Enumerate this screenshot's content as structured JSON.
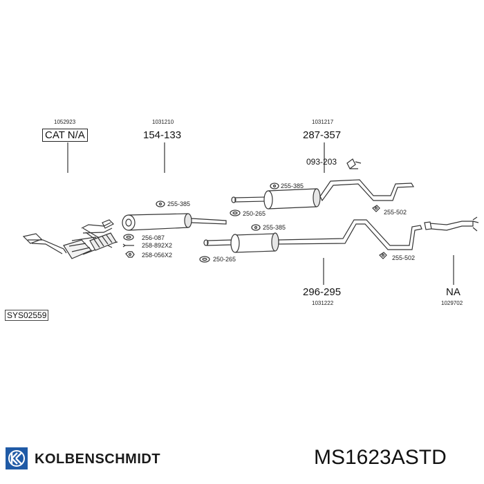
{
  "groups": {
    "catalyst": {
      "ref": "1052923",
      "code": "CAT N/A"
    },
    "front_pipe": {
      "ref": "1031210",
      "code": "154-133"
    },
    "rear_silencer_upper": {
      "ref": "1031217",
      "code": "287-357"
    },
    "rear_silencer_lower": {
      "ref": "1031222",
      "code": "296-295"
    },
    "tail_pipe": {
      "ref": "1029702",
      "code": "NA"
    }
  },
  "part_labels": {
    "p093_203": "093-203",
    "p255_385_a": "255-385",
    "p255_385_b": "255-385",
    "p255_385_c": "255-385",
    "p250_265_a": "250-265",
    "p250_265_b": "250-265",
    "p255_502_a": "255-502",
    "p255_502_b": "255-502",
    "p256_087": "256-087",
    "p258_892": "258-892X2",
    "p258_056": "258-056X2"
  },
  "system_id": "SYS02559",
  "brand": {
    "name": "KOLBENSCHMIDT",
    "color": "#1a1a1a"
  },
  "article_number": "MS1623ASTD",
  "icons": [
    "kolbenschmidt-logo-icon",
    "clamp-icon",
    "gasket-icon",
    "bolt-icon",
    "nut-icon",
    "hanger-icon"
  ]
}
